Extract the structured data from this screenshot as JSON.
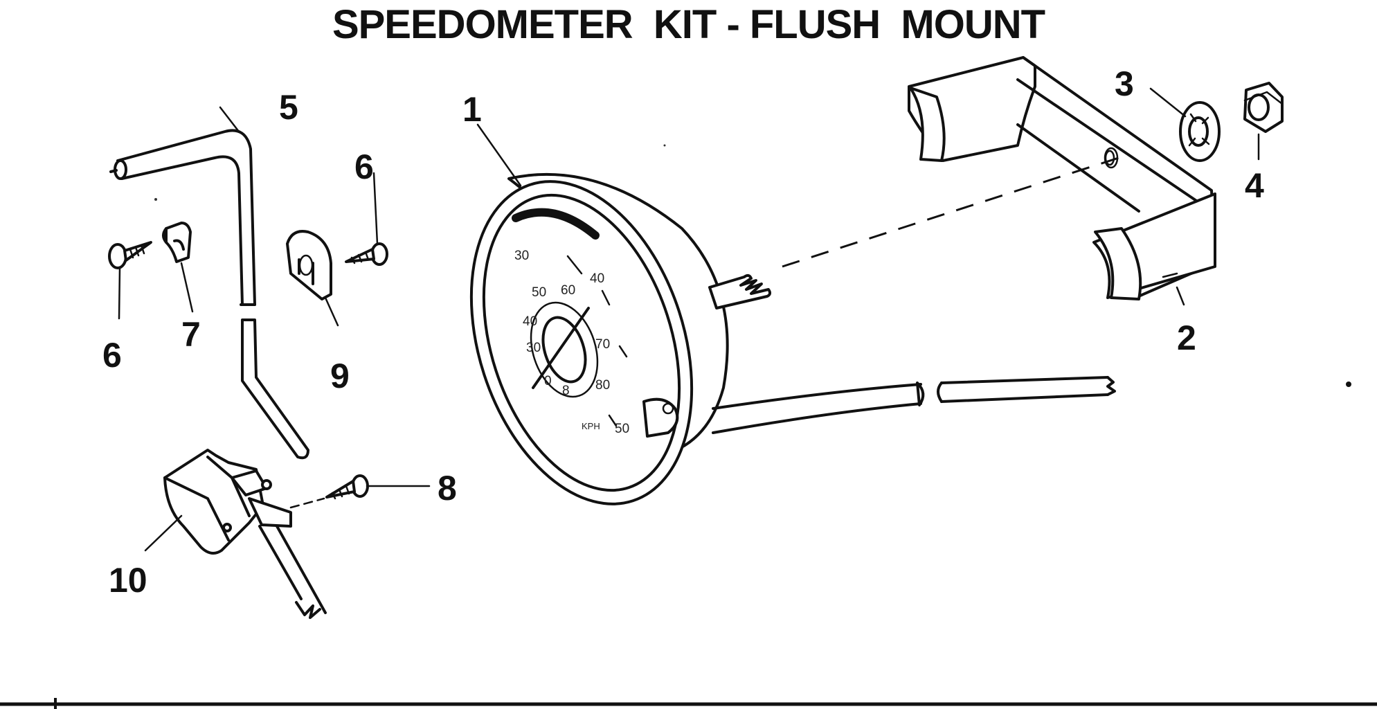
{
  "title": "SPEEDOMETER  KIT - FLUSH  MOUNT",
  "callouts": {
    "c1": "1",
    "c2": "2",
    "c3": "3",
    "c4": "4",
    "c5": "5",
    "c6a": "6",
    "c6b": "6",
    "c7": "7",
    "c8": "8",
    "c9": "9",
    "c10": "10"
  },
  "dial": {
    "d30a": "30",
    "d50": "50",
    "d60": "60",
    "d40a": "40",
    "d40b": "40",
    "d70": "70",
    "d30b": "30",
    "d80": "80",
    "d50b": "50",
    "d0": "0",
    "d8": "8",
    "unit": "KPH"
  }
}
